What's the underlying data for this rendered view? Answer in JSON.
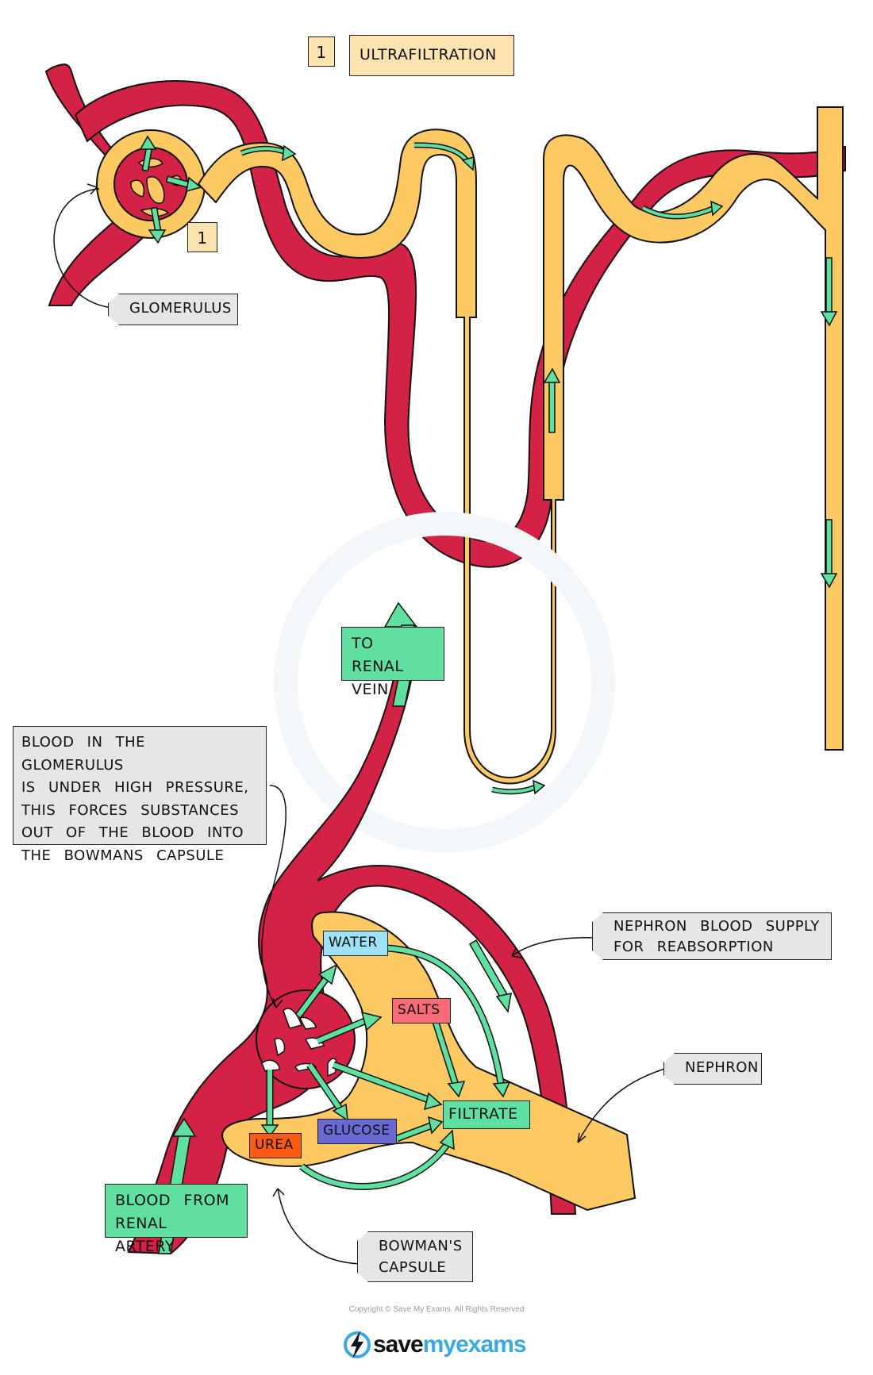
{
  "diagram": {
    "title": "ULTRAFILTRATION",
    "step_number": "1",
    "marker_number": "1",
    "labels": {
      "glomerulus": "GLOMERULUS",
      "pressure_note_lines": [
        "BLOOD IN THE GLOMERULUS",
        "IS UNDER HIGH PRESSURE,",
        "THIS FORCES SUBSTANCES",
        "OUT OF THE BLOOD INTO",
        "THE BOWMANS CAPSULE"
      ],
      "to_renal_vein_lines": [
        "TO RENAL",
        "VEIN"
      ],
      "blood_from_renal_artery_lines": [
        "BLOOD FROM",
        "RENAL ARTERY"
      ],
      "nephron_blood_supply_lines": [
        "NEPHRON BLOOD SUPPLY",
        "FOR REABSORPTION"
      ],
      "nephron": "NEPHRON",
      "bowmans_capsule_lines": [
        "BOWMAN'S",
        "CAPSULE"
      ]
    },
    "substances": [
      {
        "name": "WATER",
        "color": "#9fe3fb"
      },
      {
        "name": "SALTS",
        "color": "#f76c77"
      },
      {
        "name": "GLUCOSE",
        "color": "#6a68d3"
      },
      {
        "name": "UREA",
        "color": "#fb5a0f"
      },
      {
        "name": "FILTRATE",
        "color": "#5fe0a0"
      }
    ],
    "colors": {
      "blood_vessel": "#d32245",
      "nephron_tubule": "#fdc963",
      "arrow": "#5fe0a0",
      "tag_fill": "#e6e6e6",
      "title_fill": "#fde3b0"
    }
  },
  "footer": {
    "copyright": "Copyright © Save My Exams. All Rights Reserved",
    "brand_dark": "save",
    "brand_light": "myexams"
  }
}
